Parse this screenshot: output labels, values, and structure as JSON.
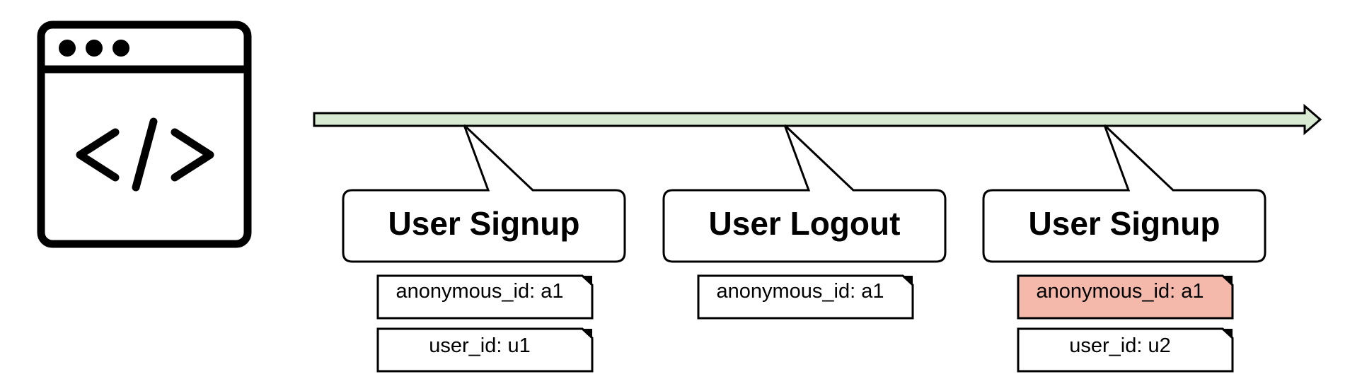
{
  "app_icon": {
    "name": "browser-code-icon",
    "glyph": "</>"
  },
  "timeline": {
    "fill_color": "#d9ead3",
    "stroke_color": "#000000"
  },
  "events": [
    {
      "title": "User Signup",
      "properties": [
        {
          "text": "anonymous_id: a1",
          "highlight": false
        },
        {
          "text": "user_id: u1",
          "highlight": false
        }
      ]
    },
    {
      "title": "User Logout",
      "properties": [
        {
          "text": "anonymous_id: a1",
          "highlight": false
        }
      ]
    },
    {
      "title": "User Signup",
      "properties": [
        {
          "text": "anonymous_id: a1",
          "highlight": true
        },
        {
          "text": "user_id: u2",
          "highlight": false
        }
      ]
    }
  ],
  "colors": {
    "note_default": "#ffffff",
    "note_highlight": "#f4b9ab",
    "stroke": "#000000"
  }
}
